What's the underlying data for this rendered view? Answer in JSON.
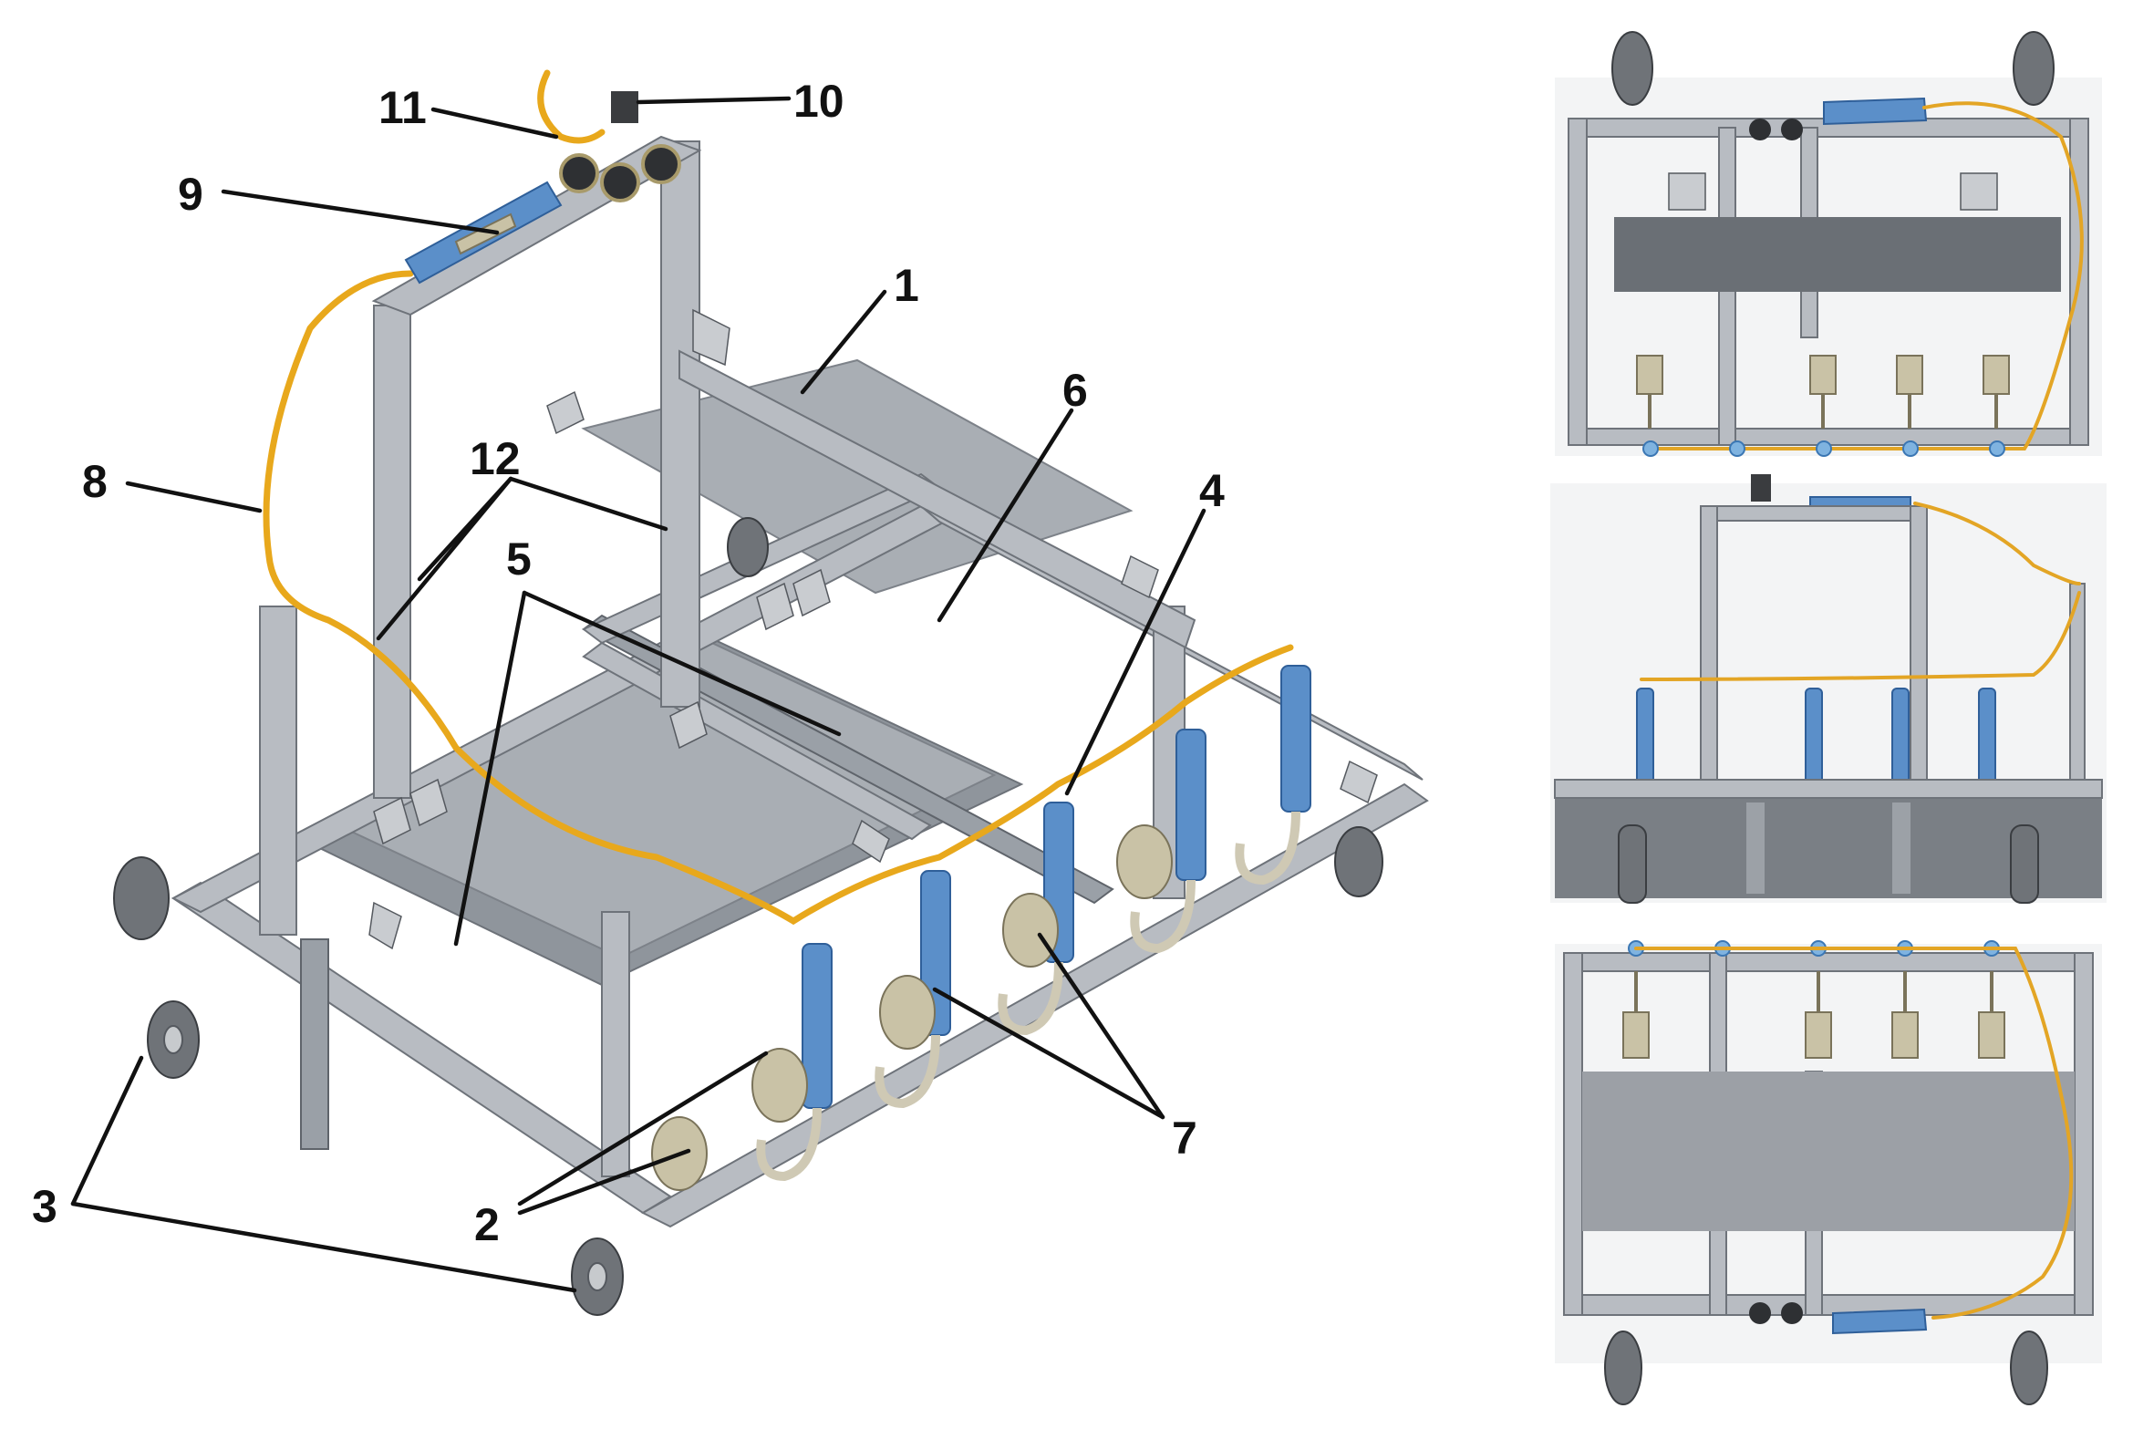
{
  "figure": {
    "callouts": [
      {
        "id": "1",
        "text": "1"
      },
      {
        "id": "2",
        "text": "2"
      },
      {
        "id": "3",
        "text": "3"
      },
      {
        "id": "4",
        "text": "4"
      },
      {
        "id": "5",
        "text": "5"
      },
      {
        "id": "6",
        "text": "6"
      },
      {
        "id": "7",
        "text": "7"
      },
      {
        "id": "8",
        "text": "8"
      },
      {
        "id": "9",
        "text": "9"
      },
      {
        "id": "10",
        "text": "10"
      },
      {
        "id": "11",
        "text": "11"
      },
      {
        "id": "12",
        "text": "12"
      }
    ],
    "colors": {
      "aluminium": "#b8bcc2",
      "plate": "#8f959c",
      "cylinder": "#5b8fc9",
      "hose": "#e8a81c",
      "weight": "#c9c2a6",
      "text": "#111111"
    },
    "views": [
      "isometric",
      "top",
      "front",
      "bottom"
    ]
  }
}
